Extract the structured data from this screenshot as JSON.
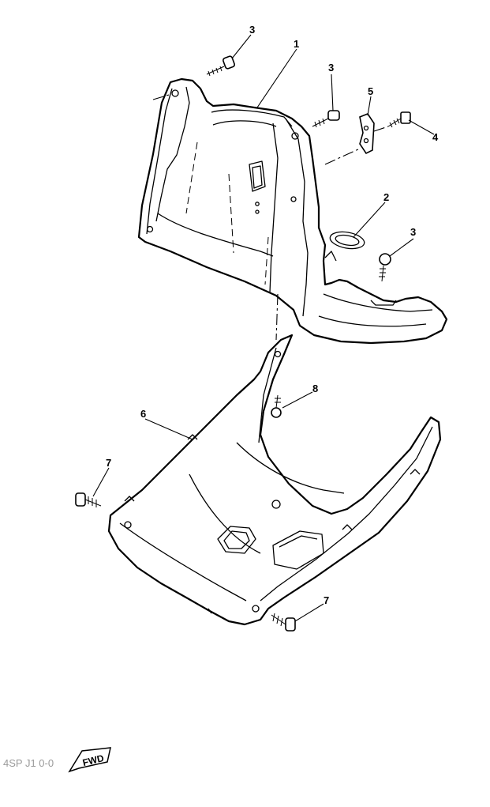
{
  "diagram": {
    "callouts": [
      {
        "id": "c1",
        "label": "1"
      },
      {
        "id": "c2",
        "label": "2"
      },
      {
        "id": "c3a",
        "label": "3"
      },
      {
        "id": "c3b",
        "label": "3"
      },
      {
        "id": "c3c",
        "label": "3"
      },
      {
        "id": "c4",
        "label": "4"
      },
      {
        "id": "c5",
        "label": "5"
      },
      {
        "id": "c6",
        "label": "6"
      },
      {
        "id": "c7a",
        "label": "7"
      },
      {
        "id": "c7b",
        "label": "7"
      },
      {
        "id": "c8",
        "label": "8"
      }
    ],
    "direction_badge": {
      "label": "FWD"
    },
    "reference_code": "4SP J1 0-0"
  }
}
